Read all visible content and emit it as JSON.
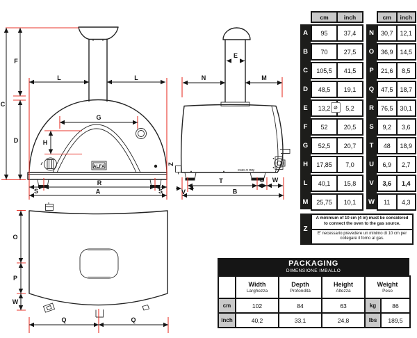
{
  "colors": {
    "red": "#e8352b",
    "black": "#1d1d1b",
    "gray_header": "#c9c9c9"
  },
  "dim_tables": {
    "unit_headers": [
      "cm",
      "inch"
    ],
    "diameter_symbol": "⌀",
    "left": [
      {
        "l": "A",
        "cm": "95",
        "inch": "37,4"
      },
      {
        "l": "B",
        "cm": "70",
        "inch": "27,5"
      },
      {
        "l": "C",
        "cm": "105,5",
        "inch": "41,5"
      },
      {
        "l": "D",
        "cm": "48,5",
        "inch": "19,1"
      },
      {
        "l": "E",
        "cm": "13,2",
        "inch": "5,2"
      },
      {
        "l": "F",
        "cm": "52",
        "inch": "20,5"
      },
      {
        "l": "G",
        "cm": "52,5",
        "inch": "20,7"
      },
      {
        "l": "H",
        "cm": "17,85",
        "inch": "7,0"
      },
      {
        "l": "L",
        "cm": "40,1",
        "inch": "15,8"
      },
      {
        "l": "M",
        "cm": "25,75",
        "inch": "10,1"
      }
    ],
    "right": [
      {
        "l": "N",
        "cm": "30,7",
        "inch": "12,1"
      },
      {
        "l": "O",
        "cm": "36,9",
        "inch": "14,5"
      },
      {
        "l": "P",
        "cm": "21,6",
        "inch": "8,5"
      },
      {
        "l": "Q",
        "cm": "47,5",
        "inch": "18,7"
      },
      {
        "l": "R",
        "cm": "76,5",
        "inch": "30,1"
      },
      {
        "l": "S",
        "cm": "9,2",
        "inch": "3,6"
      },
      {
        "l": "T",
        "cm": "48",
        "inch": "18,9"
      },
      {
        "l": "U",
        "cm": "6,9",
        "inch": "2,7"
      },
      {
        "l": "V",
        "cm": "3,6",
        "inch": "1,4"
      },
      {
        "l": "W",
        "cm": "11",
        "inch": "4,3"
      }
    ]
  },
  "gas_note": {
    "letter": "Z",
    "text_en": "A minimum of 10 cm (4 in) must be considered to connect the oven to the gas source.",
    "text_it": "E' necessario prevedere un minimo di 10 cm per collegare il forno al gas."
  },
  "packaging": {
    "title": "PACKAGING",
    "subtitle": "DIMENSIONE IMBALLO",
    "columns": [
      {
        "label": "Width",
        "sub": "Larghezza"
      },
      {
        "label": "Depth",
        "sub": "Profondità"
      },
      {
        "label": "Height",
        "sub": "Altezza"
      },
      {
        "label": "Weight",
        "sub": "Peso"
      }
    ],
    "rows": [
      {
        "unit": "cm",
        "width": "102",
        "depth": "84",
        "height": "63",
        "weight_unit": "kg",
        "weight": "86"
      },
      {
        "unit": "inch",
        "width": "40,2",
        "depth": "33,1",
        "height": "24,8",
        "weight_unit": "lbs",
        "weight": "189,5"
      }
    ]
  },
  "drawing": {
    "logo": "ALFA",
    "made_in": "made in Italy",
    "front": {
      "c": "C",
      "f": "F",
      "d": "D",
      "l1": "L",
      "l2": "L",
      "g": "G",
      "h": "H",
      "r": "R",
      "s1": "S",
      "s2": "S",
      "a": "A"
    },
    "side": {
      "e": "E",
      "n": "N",
      "m": "M",
      "z": "Z",
      "v": "V",
      "t": "T",
      "u": "U",
      "w": "W",
      "b": "B"
    },
    "top": {
      "o": "O",
      "p": "P",
      "w": "W",
      "q1": "Q",
      "q2": "Q"
    }
  }
}
